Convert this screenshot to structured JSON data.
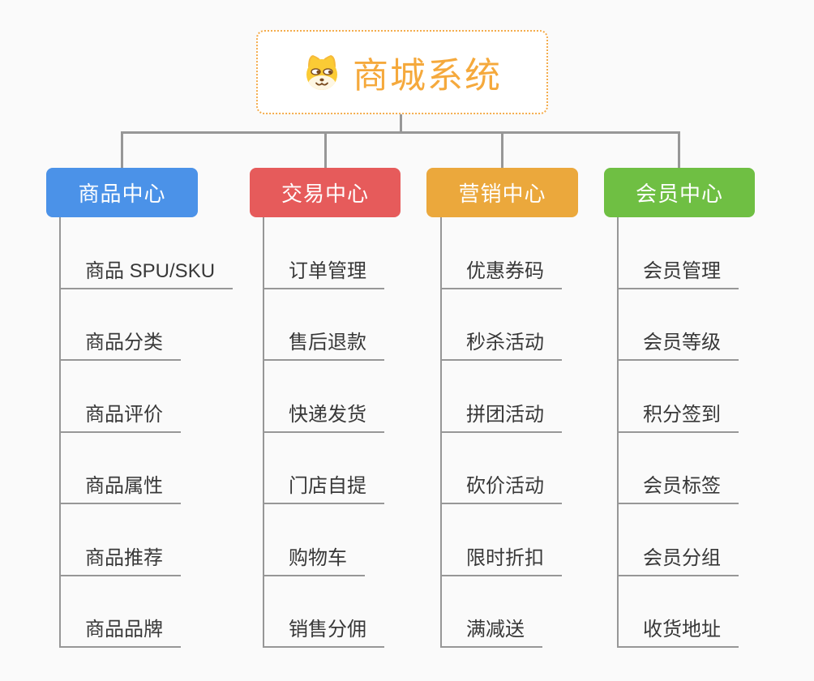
{
  "theme": {
    "bg": "#fafafa",
    "line": "#979797",
    "leaf_text": "#383838",
    "root_text": "#f5a93c",
    "root_border": "#f4ac4c"
  },
  "root": {
    "title": "商城系统",
    "icon": "dog-face-icon"
  },
  "branches": [
    {
      "label": "商品中心",
      "color": "#4b92e8"
    },
    {
      "label": "交易中心",
      "color": "#e65b5b"
    },
    {
      "label": "营销中心",
      "color": "#eba83c"
    },
    {
      "label": "会员中心",
      "color": "#6fbf43"
    }
  ],
  "columns": [
    {
      "items": [
        "商品 SPU/SKU",
        "商品分类",
        "商品评价",
        "商品属性",
        "商品推荐",
        "商品品牌"
      ]
    },
    {
      "items": [
        "订单管理",
        "售后退款",
        "快递发货",
        "门店自提",
        "购物车",
        "销售分佣"
      ]
    },
    {
      "items": [
        "优惠券码",
        "秒杀活动",
        "拼团活动",
        "砍价活动",
        "限时折扣",
        "满减送"
      ]
    },
    {
      "items": [
        "会员管理",
        "会员等级",
        "积分签到",
        "会员标签",
        "会员分组",
        "收货地址"
      ]
    }
  ]
}
